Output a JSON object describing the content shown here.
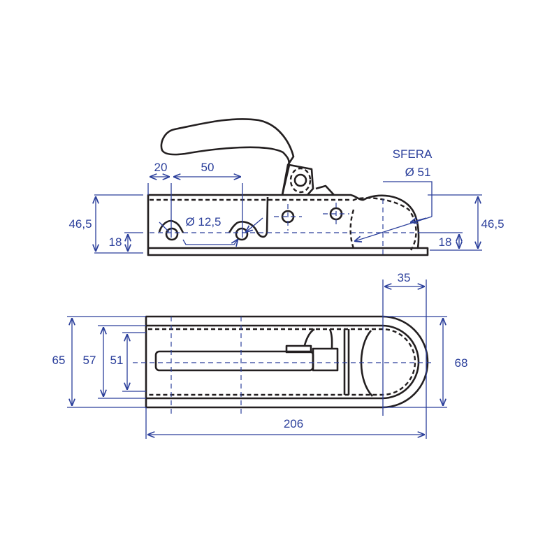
{
  "drawing": {
    "side_view": {
      "dim_hole_offset": "20",
      "dim_hole_spacing": "50",
      "dim_height_left": "46,5",
      "dim_low_left": "18",
      "dim_height_right": "46,5",
      "dim_low_right": "18",
      "hole_diameter": "Ø 12,5",
      "ball_label": "SFERA",
      "ball_diameter": "Ø 51"
    },
    "top_view": {
      "dim_ball_offset": "35",
      "dim_outer_width": "65",
      "dim_mid_width": "57",
      "dim_inner_width": "51",
      "dim_head_width": "68",
      "dim_total_length": "206"
    },
    "colors": {
      "line": "#231f20",
      "dimension": "#2b3f9b"
    }
  }
}
